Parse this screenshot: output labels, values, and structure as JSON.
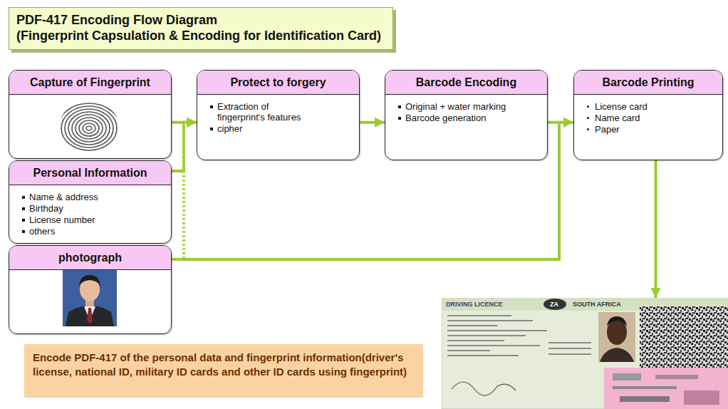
{
  "diagram": {
    "title": "PDF-417 Encoding Flow Diagram",
    "nodes": [
      {
        "text": [
          "Capture of Fingerprint"
        ]
      },
      {
        "text": [
          "Personal Information",
          "Name & address",
          "Birthday",
          "License number",
          "others"
        ]
      },
      {
        "text": [
          "photograph"
        ]
      },
      {
        "text": [
          "Protect to forgery",
          "Extraction of fingerprint's features",
          "cipher"
        ]
      },
      {
        "text": [
          "Barcode Encoding",
          "Original + water marking",
          "Barcode generation"
        ]
      },
      {
        "text": [
          "Barcode Printing",
          "License card",
          "Name card",
          "Paper"
        ]
      },
      {
        "text": [
          "Encode PDF-417 of the personal data and fingerprint information(driver's license, national ID, military ID cards and other ID cards using fingerprint)"
        ]
      },
      {
        "text": [
          "DRIVING LICENCE",
          "ZA",
          "SOUTH AFRICA"
        ]
      }
    ],
    "edges": [
      {
        "from": 0,
        "to": 3,
        "arrow": "to"
      },
      {
        "from": 1,
        "to": 3,
        "arrow": "to"
      },
      {
        "from": 2,
        "to": 3,
        "arrow": "to"
      },
      {
        "from": 2,
        "to": 5,
        "arrow": "to"
      },
      {
        "from": 3,
        "to": 4,
        "arrow": "to"
      },
      {
        "from": 4,
        "to": 5,
        "arrow": "to"
      },
      {
        "from": 5,
        "to": 7,
        "arrow": "to"
      }
    ],
    "labels": [
      "(Fingerprint Capsulation & Encoding for Identification Card)"
    ]
  }
}
